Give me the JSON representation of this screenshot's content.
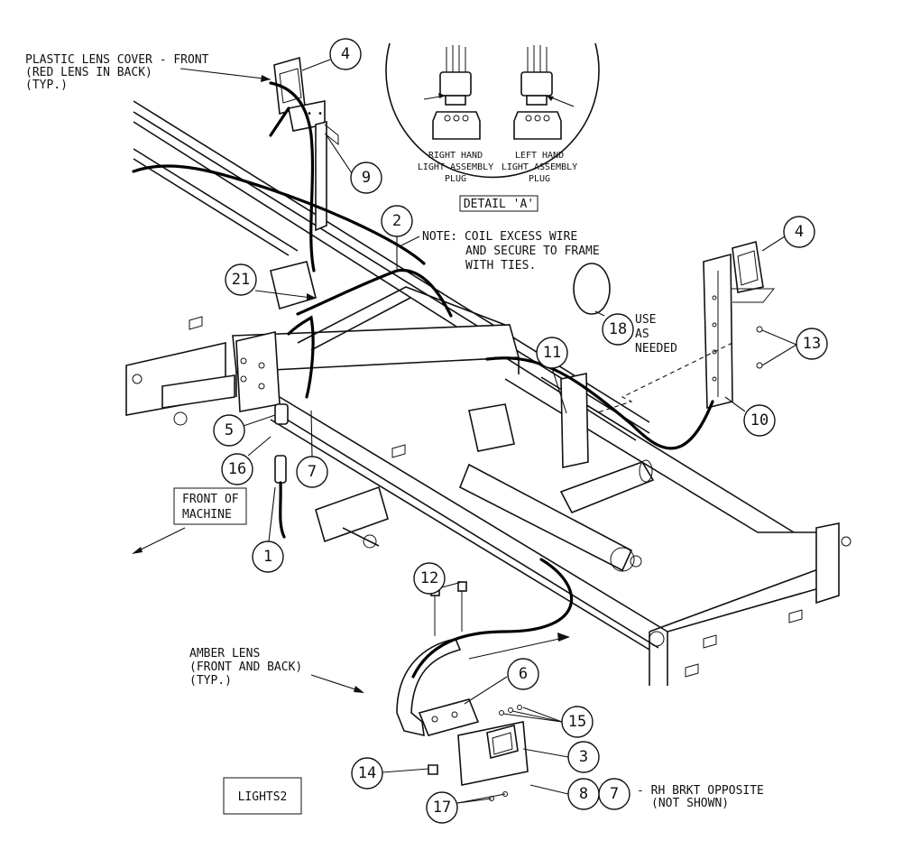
{
  "labels": {
    "plastic_lens_l1": "PLASTIC LENS COVER - FRONT",
    "plastic_lens_l2": "(RED LENS IN BACK)",
    "plastic_lens_l3": "(TYP.)",
    "note_l1": "NOTE: COIL EXCESS WIRE",
    "note_l2": "AND SECURE TO FRAME",
    "note_l3": "WITH TIES.",
    "use_l1": "USE",
    "use_l2": "AS",
    "use_l3": "NEEDED",
    "front_l1": "FRONT OF",
    "front_l2": "MACHINE",
    "amber_l1": "AMBER LENS",
    "amber_l2": "(FRONT AND BACK)",
    "amber_l3": "(TYP.)",
    "rh_l1": "- RH BRKT OPPOSITE",
    "rh_l2": "(NOT SHOWN)",
    "drawing_id": "LIGHTS2"
  },
  "detail": {
    "right_l1": "RIGHT HAND",
    "right_l2": "LIGHT ASSEMBLY",
    "right_l3": "PLUG",
    "left_l1": "LEFT HAND",
    "left_l2": "LIGHT ASSEMBLY",
    "left_l3": "PLUG",
    "title": "DETAIL 'A'"
  },
  "callouts": {
    "c4a": "4",
    "c9": "9",
    "c2": "2",
    "c4b": "4",
    "c21": "21",
    "c18": "18",
    "c13": "13",
    "c11": "11",
    "c10": "10",
    "c5": "5",
    "c16": "16",
    "c7a": "7",
    "c1": "1",
    "c12": "12",
    "c6": "6",
    "c15": "15",
    "c3": "3",
    "c14": "14",
    "c8": "8",
    "c7b": "7",
    "c17": "17"
  }
}
